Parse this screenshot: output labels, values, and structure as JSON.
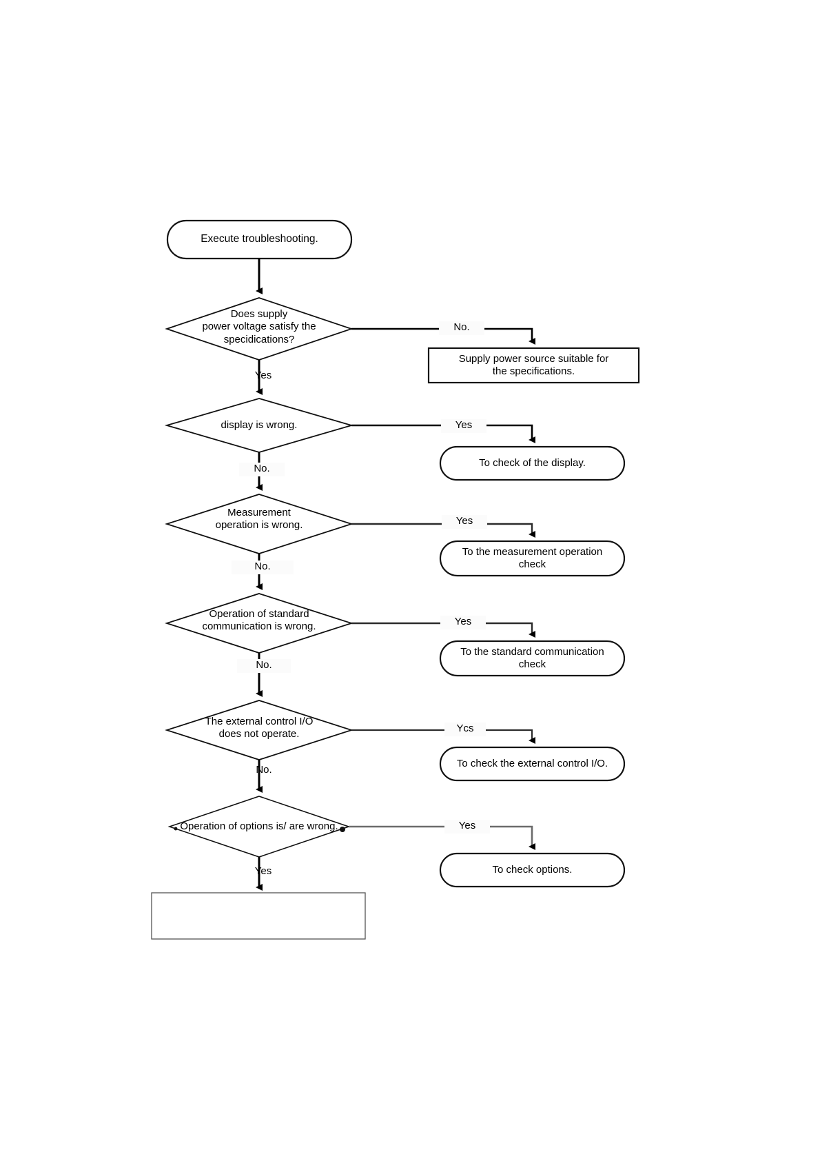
{
  "document": {
    "type": "flowchart",
    "title": "Troubleshooting flowchart",
    "background_color": "#ffffff",
    "line_color": "#000000",
    "text_color": "#000000",
    "label_background": "#fbfbfb"
  },
  "nodes": {
    "start": {
      "shape": "rounded-terminator",
      "text": "Execute troubleshooting."
    },
    "d1": {
      "shape": "diamond",
      "text": "Does supply\npower voltage satisfy the\nspecidications?"
    },
    "d2": {
      "shape": "diamond",
      "text": "display is wrong."
    },
    "d3": {
      "shape": "diamond",
      "text": "Measurement\noperation is wrong."
    },
    "d4": {
      "shape": "diamond",
      "text": "Operation of standard\ncommunication is wrong."
    },
    "d5": {
      "shape": "diamond",
      "text": "The external control I/O\ndoes  not operate."
    },
    "d6": {
      "shape": "diamond",
      "text": "Operation of options is/ are wrong."
    },
    "a1": {
      "shape": "rectangle",
      "text": "Supply power source suitable for\nthe specifications."
    },
    "a2": {
      "shape": "rounded-terminator",
      "text": "To check of the display."
    },
    "a3": {
      "shape": "rounded-terminator",
      "text": "To the measurement operation\ncheck"
    },
    "a4": {
      "shape": "rounded-terminator",
      "text": "To the standard communication\ncheck"
    },
    "a5": {
      "shape": "rounded-terminator",
      "text": "To check the external control I/O."
    },
    "a6": {
      "shape": "rounded-terminator",
      "text": "To check options."
    },
    "end_box": {
      "shape": "rectangle",
      "text": ""
    }
  },
  "edge_labels": {
    "d1_no": "No.",
    "d1_yes": "Yes",
    "d2_yes": "Yes",
    "d2_no": "No.",
    "d3_yes": "Yes",
    "d3_no": "No.",
    "d4_yes": "Yes",
    "d4_no": "No.",
    "d5_yes": "Ycs",
    "d5_no": "No.",
    "d6_yes": "Yes",
    "d6_down": "Yes"
  }
}
